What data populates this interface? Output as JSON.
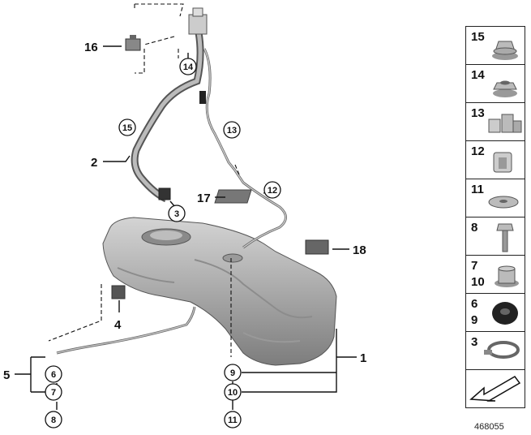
{
  "callouts": {
    "c1": "1",
    "c2": "2",
    "c3": "3",
    "c4": "4",
    "c5": "5",
    "c6": "6",
    "c7": "7",
    "c8": "8",
    "c9": "9",
    "c10": "10",
    "c11": "11",
    "c12": "12",
    "c13": "13",
    "c14": "14",
    "c15": "15",
    "c16": "16",
    "c17": "17",
    "c18": "18"
  },
  "legend": [
    {
      "a": "15",
      "b": "",
      "icon": "flange-nut-icon"
    },
    {
      "a": "14",
      "b": "",
      "icon": "hex-nut-icon"
    },
    {
      "a": "13",
      "b": "",
      "icon": "double-clip-icon"
    },
    {
      "a": "12",
      "b": "",
      "icon": "single-clip-icon"
    },
    {
      "a": "11",
      "b": "",
      "icon": "washer-icon"
    },
    {
      "a": "8",
      "b": "",
      "icon": "screw-icon"
    },
    {
      "a": "7",
      "b": "10",
      "icon": "collar-nut-icon"
    },
    {
      "a": "6",
      "b": "9",
      "icon": "rubber-grommet-icon"
    },
    {
      "a": "3",
      "b": "",
      "icon": "hose-clamp-icon"
    },
    {
      "a": "",
      "b": "",
      "icon": "direction-arrow-icon"
    }
  ],
  "document_number": "468055"
}
